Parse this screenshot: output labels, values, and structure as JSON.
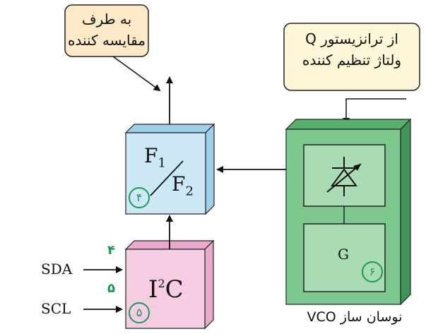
{
  "callouts": {
    "comparator_line1": "به طرف",
    "comparator_line2": "مقایسه کننده",
    "transistor_line1": "از ترانزیستور Q",
    "transistor_line2": "ولتاژ تنظیم کننده"
  },
  "blocks": {
    "divider_top": "F",
    "divider_top_sub": "1",
    "divider_bottom": "F",
    "divider_bottom_sub": "2",
    "divider_number": "۴",
    "i2c_label_I": "I",
    "i2c_label_sup": "2",
    "i2c_label_C": "C",
    "i2c_number": "۵",
    "vco_g_label": "G",
    "vco_number": "۶",
    "vco_caption": "نوسان ساز VCO"
  },
  "inputs": {
    "sda_label": "SDA",
    "sda_pin": "۴",
    "scl_label": "SCL",
    "scl_pin": "۵"
  },
  "colors": {
    "divider_fill": "#cde8f5",
    "i2c_fill": "#f6cde3",
    "vco_fill": "#7cc88e",
    "callout_fill": "#fbe9c7",
    "callout_fill2": "#fdf6d8",
    "accent_green": "#1a9a5a"
  }
}
